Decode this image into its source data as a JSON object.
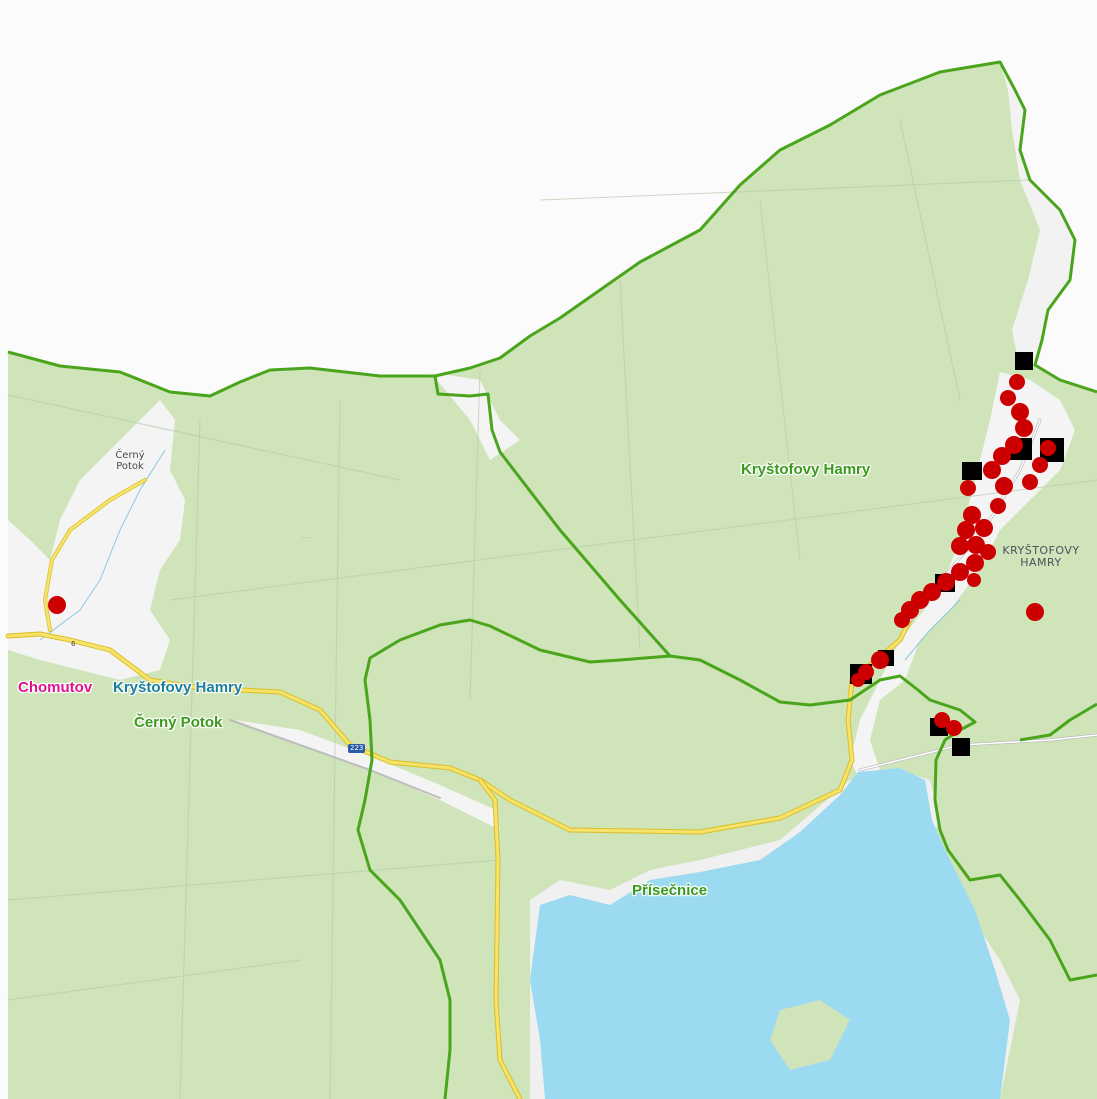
{
  "map": {
    "basemap_labels": {
      "village_cerny_potok": [
        "Černý",
        "Potok"
      ],
      "town_krystofovy_hamry": [
        "KRYŠTOFOVY",
        "HAMRY"
      ],
      "road_shield": "223",
      "road_shield_small": "6"
    },
    "overlay_labels": {
      "chomutov": "Chomutov",
      "krystofovy_hamry_teal": "Kryštofovy Hamry",
      "cerny_potok": "Černý Potok",
      "krystofovy_hamry_green": "Kryštofovy Hamry",
      "prisecnice": "Přísečnice"
    },
    "colors": {
      "boundary": "#4aa51c",
      "forest": "#cfe4b8",
      "water": "#9bdaf0",
      "road": "#f5dd4b",
      "occurrence_dot": "#cc0000",
      "grid_square": "#000000"
    }
  }
}
